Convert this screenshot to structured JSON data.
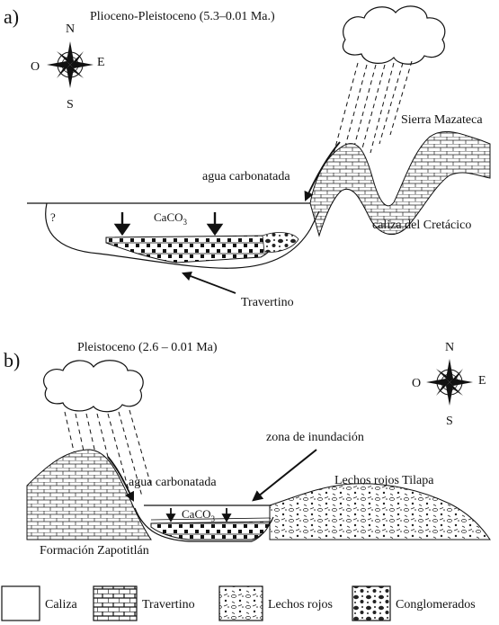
{
  "panel_a": {
    "letter": "a)",
    "title": "Plioceno-Pleistoceno (5.3–0.01 Ma.)",
    "compass": {
      "n": "N",
      "s": "S",
      "e": "E",
      "o": "O"
    },
    "labels": {
      "sierra": "Sierra Mazateca",
      "agua": "agua carbonatada",
      "caco3_main": "CaCO",
      "caco3_sub": "3",
      "caliza": "caliza del Cretácico",
      "travertino": "Travertino",
      "question": "?"
    }
  },
  "panel_b": {
    "letter": "b)",
    "title": "Pleistoceno (2.6 – 0.01 Ma)",
    "compass": {
      "n": "N",
      "s": "S",
      "e": "E",
      "o": "O"
    },
    "labels": {
      "zona": "zona de inundación",
      "agua": "agua carbonatada",
      "lechos": "Lechos rojos Tilapa",
      "caco3_main": "CaCO",
      "caco3_sub": "3",
      "formacion": "Formación Zapotitlán"
    }
  },
  "legend": {
    "items": [
      {
        "label": "Caliza",
        "pattern": "caliza"
      },
      {
        "label": "Travertino",
        "pattern": "travertino"
      },
      {
        "label": "Lechos rojos",
        "pattern": "lechos"
      },
      {
        "label": "Conglomerados",
        "pattern": "conglomerados"
      }
    ]
  }
}
